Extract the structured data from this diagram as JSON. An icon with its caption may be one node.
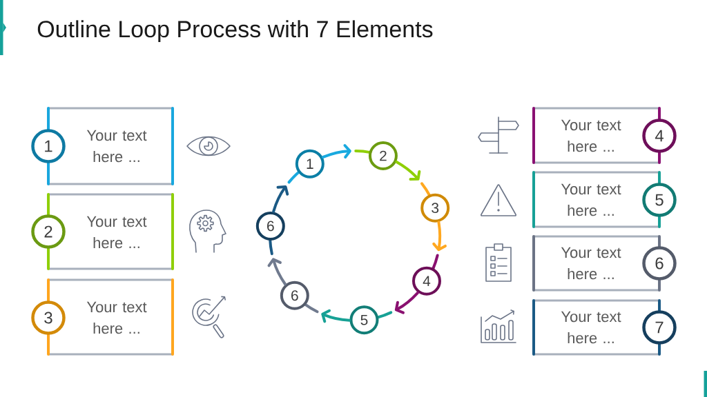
{
  "diagram": {
    "title": "Outline Loop Process with 7 Elements",
    "nodes": [
      {
        "text": [
          "1"
        ]
      },
      {
        "text": [
          "Your text here ..."
        ]
      },
      {
        "text": [
          "2"
        ]
      },
      {
        "text": [
          "Your text here ..."
        ]
      },
      {
        "text": [
          "3"
        ]
      },
      {
        "text": [
          "Your text here ..."
        ]
      },
      {
        "text": [
          "1"
        ]
      },
      {
        "text": [
          "2"
        ]
      },
      {
        "text": [
          "3"
        ]
      },
      {
        "text": [
          "4"
        ]
      },
      {
        "text": [
          "5"
        ]
      },
      {
        "text": [
          "6"
        ]
      },
      {
        "text": [
          "6"
        ]
      },
      {
        "text": [
          "Your text here ..."
        ]
      },
      {
        "text": [
          "4"
        ]
      },
      {
        "text": [
          "Your text here ..."
        ]
      },
      {
        "text": [
          "5"
        ]
      },
      {
        "text": [
          "Your text here ..."
        ]
      },
      {
        "text": [
          "6"
        ]
      },
      {
        "text": [
          "Your text here ..."
        ]
      },
      {
        "text": [
          "7"
        ]
      }
    ],
    "edges": [
      {
        "from": 6,
        "to": 7,
        "arrow": "to",
        "color": "#19a9df"
      },
      {
        "from": 7,
        "to": 8,
        "arrow": "to",
        "color": "#8fcf05"
      },
      {
        "from": 8,
        "to": 9,
        "arrow": "to",
        "color": "#ffa820"
      },
      {
        "from": 9,
        "to": 10,
        "arrow": "to",
        "color": "#8a1070"
      },
      {
        "from": 10,
        "to": 11,
        "arrow": "to",
        "color": "#17a195"
      },
      {
        "from": 11,
        "to": 12,
        "arrow": "to",
        "color": "#707a8e"
      },
      {
        "from": 12,
        "to": 6,
        "arrow": "to",
        "color": "#1b5a85"
      }
    ]
  }
}
